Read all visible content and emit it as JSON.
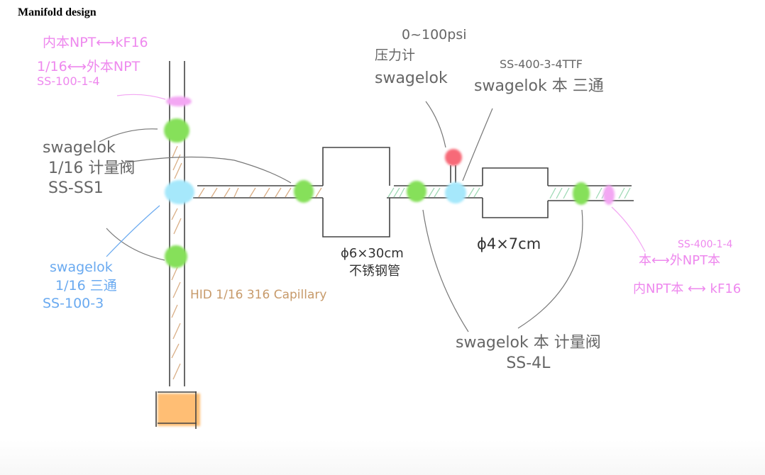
{
  "title": "Manifold design",
  "colors": {
    "outline": "#444444",
    "annotation_grey": "#666666",
    "swagelok_valve": "#86e05a",
    "swagelok_tee": "#a6e8fb",
    "adapter_pink": "#f3a7f3",
    "pressure_gauge": "#f76a78",
    "capillary_hatch": "#d9ae86",
    "steel_hatch": "#9fd9b5",
    "pump_orange": "#ffb35c",
    "label_pink": "#ee88ee",
    "label_blue": "#6aaaf0",
    "label_brown": "#c79a6a"
  },
  "labels": {
    "top_left_adapter": {
      "line1": "内本NPT⟷kF16",
      "line2": "1/16⟷外本NPT",
      "line3": "SS-100-1-4"
    },
    "metering_valve_left": {
      "line1": "swagelok",
      "line2": "1/16 计量阀",
      "line3": "SS-SS1"
    },
    "tee_left": {
      "line1": "swagelok",
      "line2": "1/16 三通",
      "line3": "SS-100-3"
    },
    "capillary": "HID 1/16 316 Capillary",
    "cylinder_large": {
      "line1": "ϕ6×30cm",
      "line2": "不锈钢管"
    },
    "pressure_gauge": {
      "line1": "0~100psi",
      "line2": "压力计",
      "line3": "swagelok"
    },
    "tee_right": {
      "line1": "SS-400-3-4TTF",
      "line2": "swagelok 本 三通"
    },
    "cylinder_small": "ϕ4×7cm",
    "metering_valve_right": {
      "line1": "swagelok 本 计量阀",
      "line2": "SS-4L"
    },
    "right_adapter": {
      "line1": "SS-400-1-4",
      "line2": "本⟷外NPT本",
      "line3": "内NPT本 ⟷ kF16"
    }
  }
}
